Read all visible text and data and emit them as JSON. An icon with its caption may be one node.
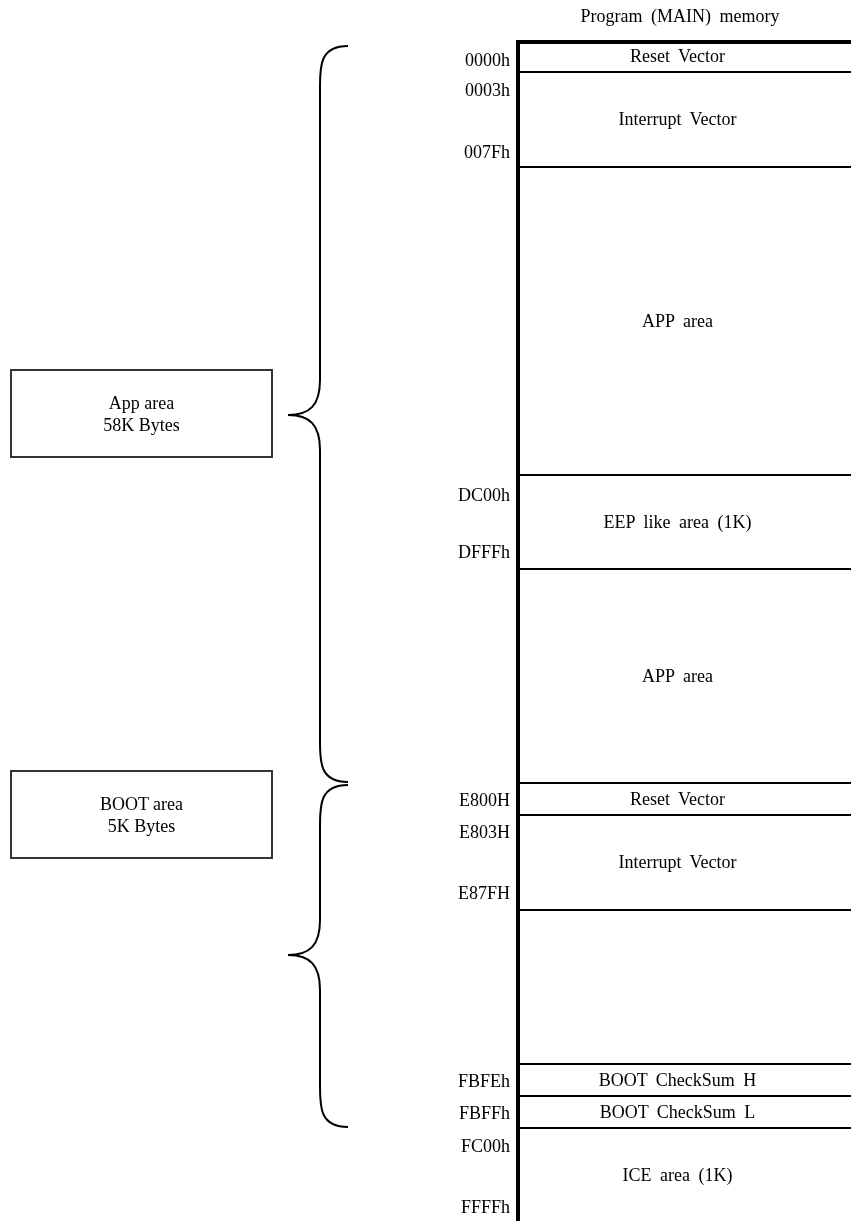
{
  "diagram": {
    "nodes": [
      {
        "text": [
          "Program (MAIN) memory"
        ]
      },
      {
        "text": [
          "Reset Vector"
        ],
        "in": 0
      },
      {
        "text": [
          "Interrupt Vector"
        ],
        "in": 0
      },
      {
        "text": [
          "APP area"
        ],
        "in": 0
      },
      {
        "text": [
          "EEP like area (1K)"
        ],
        "in": 0
      },
      {
        "text": [
          "APP area"
        ],
        "in": 0
      },
      {
        "text": [
          "Reset Vector"
        ],
        "in": 0
      },
      {
        "text": [
          "Interrupt Vector"
        ],
        "in": 0
      },
      {
        "text": [],
        "shape": "box",
        "in": 0
      },
      {
        "text": [
          "BOOT CheckSum H"
        ],
        "in": 0
      },
      {
        "text": [
          "BOOT CheckSum L"
        ],
        "in": 0
      },
      {
        "text": [
          "ICE area (1K)"
        ],
        "in": 0
      },
      {
        "text": [
          "App area 58K Bytes"
        ]
      },
      {
        "text": [
          "BOOT area 5K Bytes"
        ]
      }
    ],
    "labels": [
      "0000h",
      "0003h",
      "007Fh",
      "DC00h",
      "DFFFh",
      "E800H",
      "E803H",
      "E87FH",
      "FBFEh",
      "FBFFh",
      "FC00h",
      "FFFFh"
    ]
  }
}
